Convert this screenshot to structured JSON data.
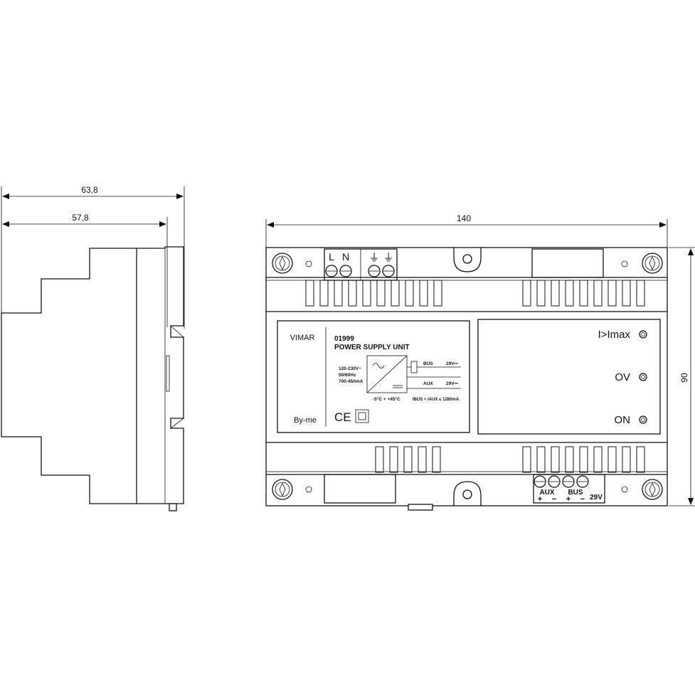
{
  "dimensions": {
    "side_total_width": "63,8",
    "side_body_width": "57,8",
    "front_width": "140",
    "front_height": "90"
  },
  "terminals_top": {
    "l": "L",
    "n": "N",
    "earth_symbol": "⏚"
  },
  "label_panel": {
    "brand": "VIMAR",
    "code": "01999",
    "product": "POWER SUPPLY UNIT",
    "input_voltage": "120-230V~",
    "input_freq": "50/60Hz",
    "input_current": "700-450mA",
    "bus_label": "BUS",
    "bus_voltage": "29V⎓",
    "aux_label": "AUX",
    "aux_voltage": "29V⎓",
    "temp_range": "-5°C + +45°C",
    "current_limit": "IBUS + IAUX ≤ 1280mA",
    "system": "By-me",
    "ce_mark": "CE"
  },
  "indicators": [
    {
      "label": "I>Imax"
    },
    {
      "label": "OV"
    },
    {
      "label": "ON"
    }
  ],
  "terminals_bottom": {
    "aux": "AUX",
    "bus": "BUS",
    "plus": "+",
    "minus": "−",
    "voltage": "29V"
  }
}
